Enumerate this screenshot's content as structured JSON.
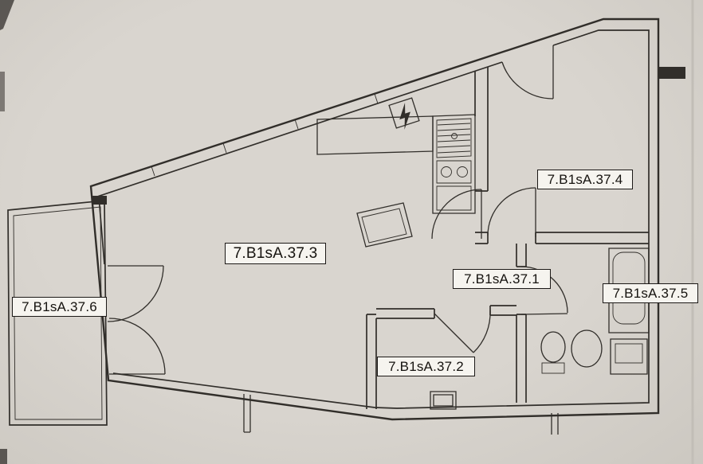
{
  "document": {
    "type": "floor-plan-scan",
    "plan_code": "7.B1sA.37"
  },
  "colors": {
    "background": "#d9d5cf",
    "background_edge": "#ccc8c1",
    "line": "#312e2a",
    "label_bg": "#f6f4ef",
    "label_border": "#1c1917"
  },
  "rooms": [
    {
      "id": "37.6",
      "label": "7.B1sA.37.6"
    },
    {
      "id": "37.3",
      "label": "7.B1sA.37.3"
    },
    {
      "id": "37.1",
      "label": "7.B1sA.37.1"
    },
    {
      "id": "37.2",
      "label": "7.B1sA.37.2"
    },
    {
      "id": "37.4",
      "label": "7.B1sA.37.4"
    },
    {
      "id": "37.5",
      "label": "7.B1sA.37.5"
    }
  ],
  "symbols": [
    {
      "name": "lightning-icon"
    }
  ]
}
